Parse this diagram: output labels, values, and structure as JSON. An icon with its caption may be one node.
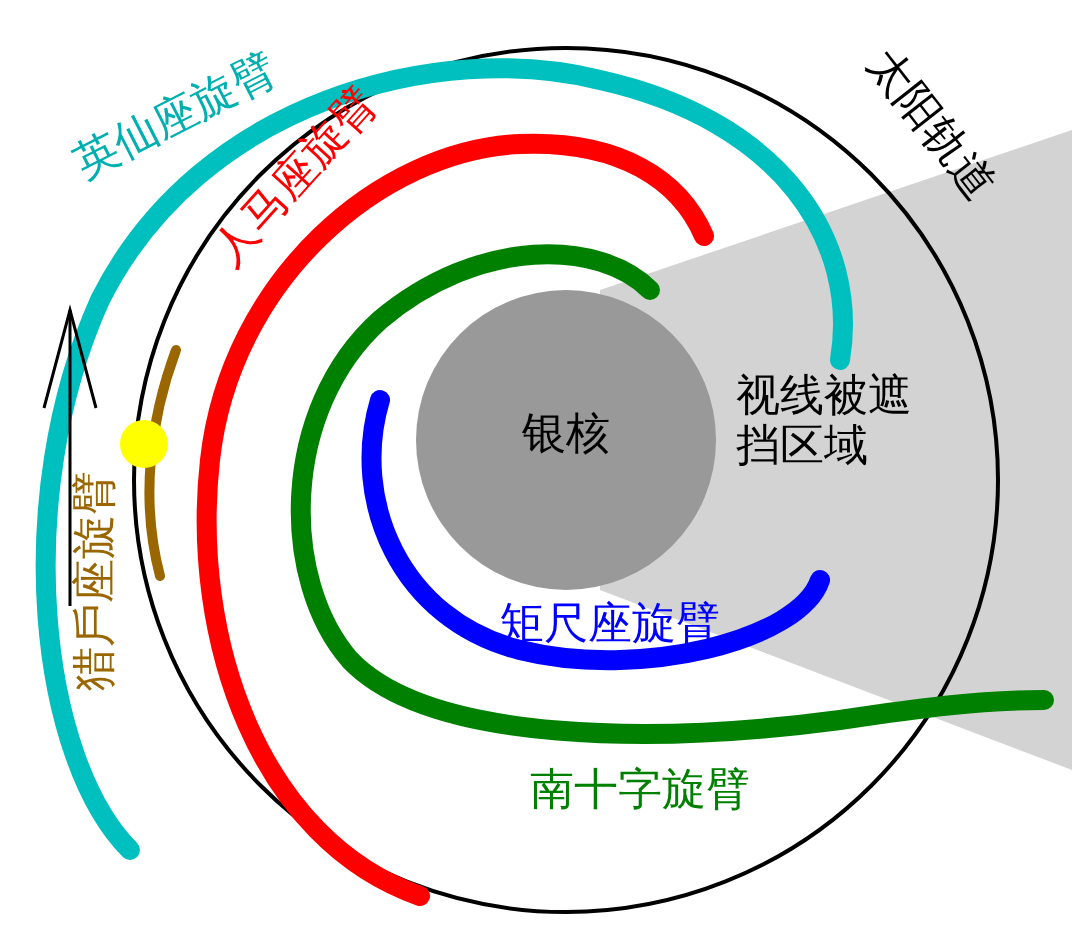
{
  "diagram": {
    "nodes": [
      {
        "text": [
          "银核"
        ]
      },
      {
        "text": [
          "视线被遮挡区域"
        ]
      }
    ],
    "labels": [
      "英仙座旋臂",
      "人马座旋臂",
      "太阳轨道",
      "猎戶座旋臂",
      "矩尺座旋臂",
      "南十字旋臂"
    ]
  }
}
